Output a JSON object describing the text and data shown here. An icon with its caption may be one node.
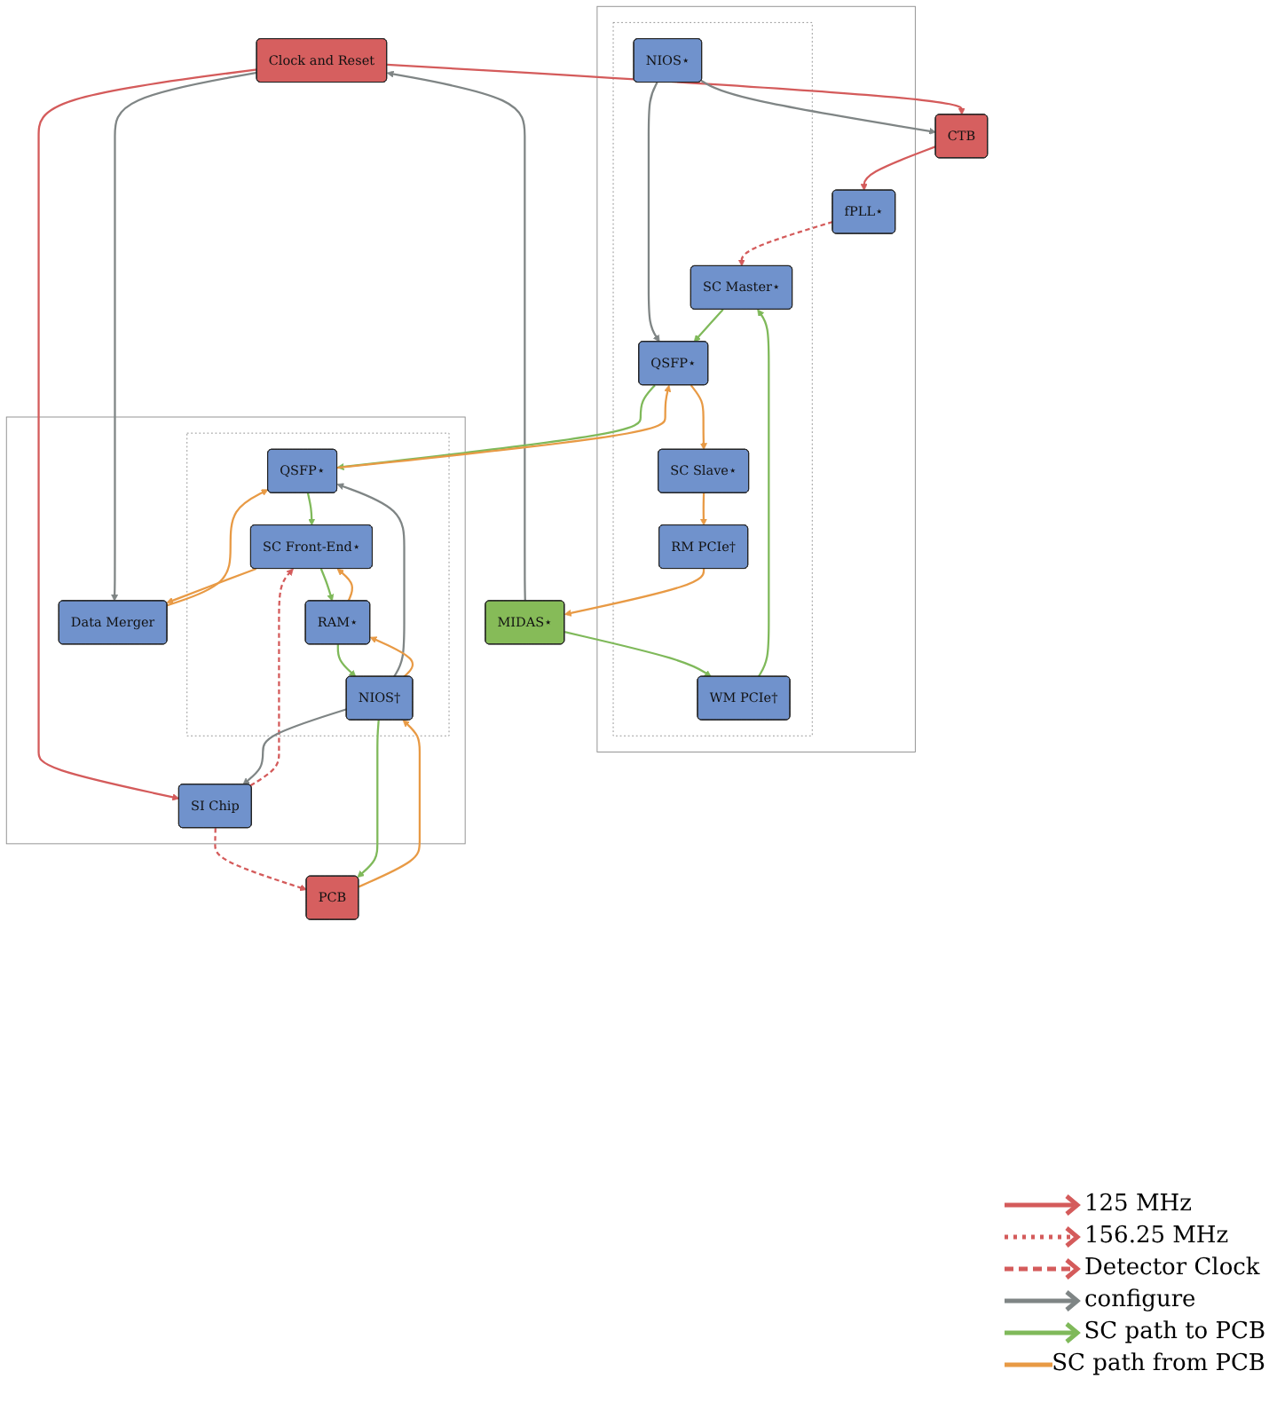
{
  "diagram": {
    "nodes": [
      {
        "text": [
          "Clock and Reset"
        ]
      },
      {
        "text": [
          "CTB"
        ]
      },
      {
        "text": [
          "MIDAS⋆"
        ]
      },
      {
        "text": [],
        "shape": "box"
      },
      {
        "text": [],
        "shape": "box",
        "in": 3
      },
      {
        "text": [
          "fPLL⋆"
        ],
        "in": 3
      },
      {
        "text": [
          "WM PCIe†"
        ],
        "in": 4
      },
      {
        "text": [
          "RM PCIe†"
        ],
        "in": 4
      },
      {
        "text": [
          "NIOS⋆"
        ],
        "in": 4
      },
      {
        "text": [
          "SC Master⋆"
        ],
        "in": 4
      },
      {
        "text": [
          "SC Slave⋆"
        ],
        "in": 4
      },
      {
        "text": [
          "QSFP⋆"
        ],
        "in": 4
      },
      {
        "text": [],
        "shape": "box"
      },
      {
        "text": [],
        "shape": "box",
        "in": 12
      },
      {
        "text": [
          "SI Chip"
        ],
        "in": 12
      },
      {
        "text": [
          "QSFP⋆"
        ],
        "in": 13
      },
      {
        "text": [
          "SC Front-End⋆"
        ],
        "in": 13
      },
      {
        "text": [
          "Data Merger"
        ],
        "in": 12
      },
      {
        "text": [
          "RAM⋆"
        ],
        "in": 13
      },
      {
        "text": [
          "NIOS†"
        ],
        "in": 13
      },
      {
        "text": [
          "PCB"
        ]
      }
    ],
    "edges": [
      {
        "from": 0,
        "to": 1,
        "arrow": "to",
        "color": "#d45b5b"
      },
      {
        "from": 1,
        "to": 5,
        "arrow": "to",
        "color": "#d45b5b"
      },
      {
        "from": 0,
        "to": 14,
        "arrow": "to",
        "color": "#d45b5b"
      },
      {
        "from": 5,
        "to": 9,
        "arrow": "to",
        "style": "dashed",
        "color": "#d45b5b"
      },
      {
        "from": 14,
        "to": 16,
        "arrow": "to",
        "style": "dashed",
        "color": "#d45b5b"
      },
      {
        "from": 14,
        "to": 20,
        "arrow": "to",
        "style": "dashed",
        "color": "#d45b5b"
      },
      {
        "from": 2,
        "to": 0,
        "arrow": "to",
        "color": "#7f8585"
      },
      {
        "from": 8,
        "to": 1,
        "arrow": "to",
        "color": "#7f8585"
      },
      {
        "from": 8,
        "to": 11,
        "arrow": "to",
        "color": "#7f8585"
      },
      {
        "from": 0,
        "to": 17,
        "arrow": "to",
        "color": "#7f8585"
      },
      {
        "from": 19,
        "to": 15,
        "arrow": "to",
        "color": "#7f8585"
      },
      {
        "from": 19,
        "to": 14,
        "arrow": "to",
        "color": "#7f8585"
      },
      {
        "from": 2,
        "to": 6,
        "arrow": "to",
        "color": "#7fb95a"
      },
      {
        "from": 6,
        "to": 9,
        "arrow": "to",
        "color": "#7fb95a"
      },
      {
        "from": 9,
        "to": 11,
        "arrow": "to",
        "color": "#7fb95a"
      },
      {
        "from": 11,
        "to": 15,
        "arrow": "to",
        "color": "#7fb95a"
      },
      {
        "from": 15,
        "to": 16,
        "arrow": "to",
        "color": "#7fb95a"
      },
      {
        "from": 16,
        "to": 18,
        "arrow": "to",
        "color": "#7fb95a"
      },
      {
        "from": 18,
        "to": 19,
        "arrow": "to",
        "color": "#7fb95a"
      },
      {
        "from": 19,
        "to": 20,
        "arrow": "to",
        "color": "#7fb95a"
      },
      {
        "from": 7,
        "to": 2,
        "arrow": "to"
      },
      {
        "from": 10,
        "to": 7,
        "arrow": "to"
      },
      {
        "from": 11,
        "to": 10,
        "arrow": "to"
      },
      {
        "from": 15,
        "to": 11,
        "arrow": "to"
      },
      {
        "from": 17,
        "to": 15,
        "arrow": "to"
      },
      {
        "from": 16,
        "to": 17,
        "arrow": "to"
      },
      {
        "from": 18,
        "to": 16,
        "arrow": "to"
      },
      {
        "from": 19,
        "to": 18,
        "arrow": "to"
      },
      {
        "from": 20,
        "to": 19,
        "arrow": "to"
      }
    ],
    "legend": [
      {
        "text": "125 MHz"
      },
      {
        "text": "156.25 MHz"
      },
      {
        "text": "Detector Clock"
      },
      {
        "text": "configure"
      },
      {
        "text": "SC path to PCB"
      },
      {
        "text": "SC path from PCB"
      }
    ]
  }
}
